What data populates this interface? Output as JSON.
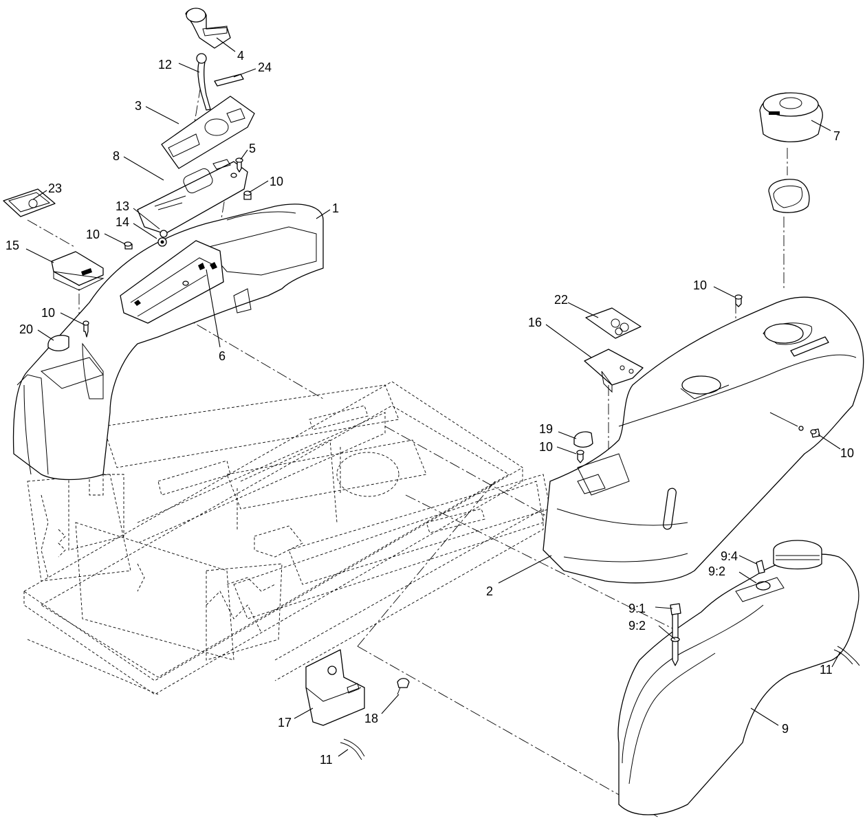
{
  "callouts": [
    {
      "id": "c4",
      "text": "4"
    },
    {
      "id": "c12",
      "text": "12"
    },
    {
      "id": "c24",
      "text": "24"
    },
    {
      "id": "c3",
      "text": "3"
    },
    {
      "id": "c5",
      "text": "5"
    },
    {
      "id": "c8",
      "text": "8"
    },
    {
      "id": "c10a",
      "text": "10"
    },
    {
      "id": "c23",
      "text": "23"
    },
    {
      "id": "c1",
      "text": "1"
    },
    {
      "id": "c13",
      "text": "13"
    },
    {
      "id": "c14",
      "text": "14"
    },
    {
      "id": "c10b",
      "text": "10"
    },
    {
      "id": "c15",
      "text": "15"
    },
    {
      "id": "c10c",
      "text": "10"
    },
    {
      "id": "c20",
      "text": "20"
    },
    {
      "id": "c6",
      "text": "6"
    },
    {
      "id": "c7",
      "text": "7"
    },
    {
      "id": "c10d",
      "text": "10"
    },
    {
      "id": "c22",
      "text": "22"
    },
    {
      "id": "c16",
      "text": "16"
    },
    {
      "id": "c19",
      "text": "19"
    },
    {
      "id": "c10e",
      "text": "10"
    },
    {
      "id": "c10f",
      "text": "10"
    },
    {
      "id": "c2",
      "text": "2"
    },
    {
      "id": "c94",
      "text": "9:4"
    },
    {
      "id": "c92a",
      "text": "9:2"
    },
    {
      "id": "c91",
      "text": "9:1"
    },
    {
      "id": "c92b",
      "text": "9:2"
    },
    {
      "id": "c11a",
      "text": "11"
    },
    {
      "id": "c9",
      "text": "9"
    },
    {
      "id": "c17",
      "text": "17"
    },
    {
      "id": "c18",
      "text": "18"
    },
    {
      "id": "c11b",
      "text": "11"
    }
  ]
}
